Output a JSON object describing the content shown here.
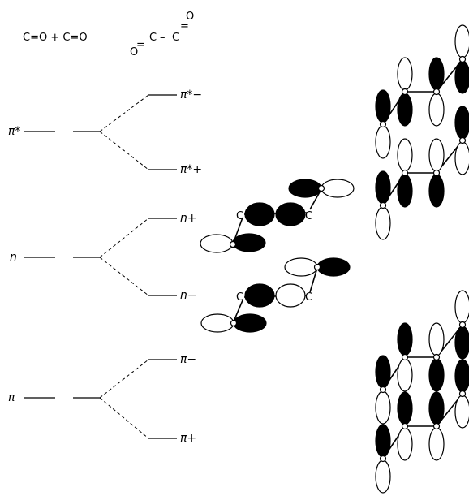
{
  "header": {
    "reaction": "C=O + C=O",
    "molecule": {
      "o_left": "O",
      "eq1": "=",
      "c1": "C",
      "dash": "–",
      "c2": "C",
      "eq2": "=",
      "o_right": "O"
    }
  },
  "levels": {
    "pi_star": {
      "left_label": "π*",
      "upper": "π*−",
      "lower": "π*+"
    },
    "n": {
      "left_label": "n",
      "upper": "n+",
      "lower": "n−"
    },
    "pi": {
      "left_label": "π",
      "upper": "π−",
      "lower": "π+"
    }
  },
  "orbital_labels": {
    "c": "C"
  }
}
